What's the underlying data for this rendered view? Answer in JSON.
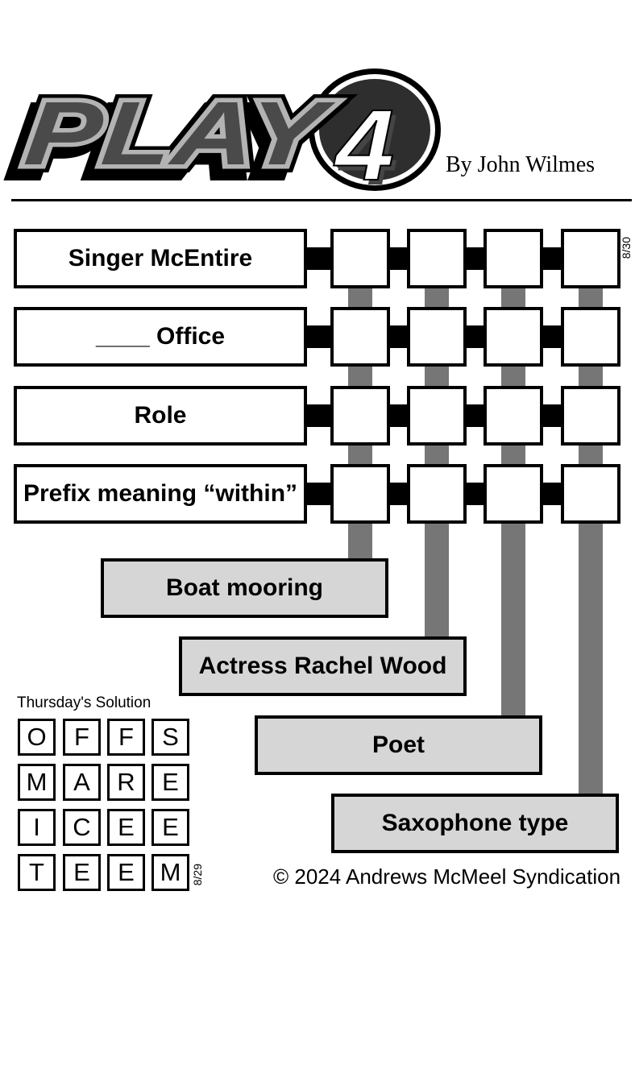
{
  "header": {
    "logo_text": "PLAY",
    "logo_number": "4",
    "byline": "By John Wilmes"
  },
  "puzzle": {
    "date_label": "8/30",
    "across_clues": [
      "Singer McEntire",
      "____ Office",
      "Role",
      "Prefix meaning “within”"
    ],
    "down_clues": [
      "Boat mooring",
      "Actress Rachel Wood",
      "Poet",
      "Saxophone type"
    ],
    "answer_grid": {
      "rows": 4,
      "cols": 4,
      "cells": [
        [
          "",
          "",
          "",
          ""
        ],
        [
          "",
          "",
          "",
          ""
        ],
        [
          "",
          "",
          "",
          ""
        ],
        [
          "",
          "",
          "",
          ""
        ]
      ]
    }
  },
  "solution": {
    "title": "Thursday's Solution",
    "date_label": "8/29",
    "rows": [
      [
        "O",
        "F",
        "F",
        "S"
      ],
      [
        "M",
        "A",
        "R",
        "E"
      ],
      [
        "I",
        "C",
        "E",
        "E"
      ],
      [
        "T",
        "E",
        "E",
        "M"
      ]
    ]
  },
  "footer": {
    "copyright": "© 2024 Andrews McMeel Syndication"
  },
  "colors": {
    "black": "#000000",
    "connector_gray": "#767676",
    "down_clue_bg": "#d6d6d6",
    "logo_letter_fill": "#4a4a4a",
    "logo_letter_outline": "#b3b3b3",
    "logo_circle_fill": "#2e2e2e"
  }
}
